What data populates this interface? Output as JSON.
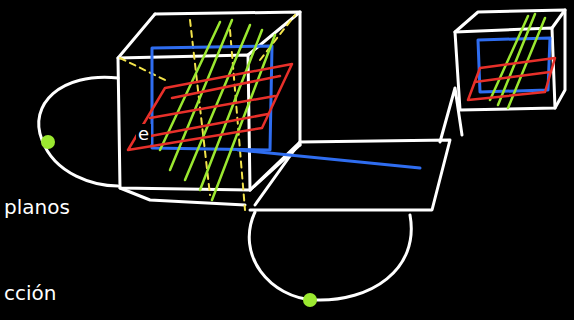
{
  "diagram": {
    "labels": [
      "planos",
      "cción",
      "e"
    ]
  }
}
